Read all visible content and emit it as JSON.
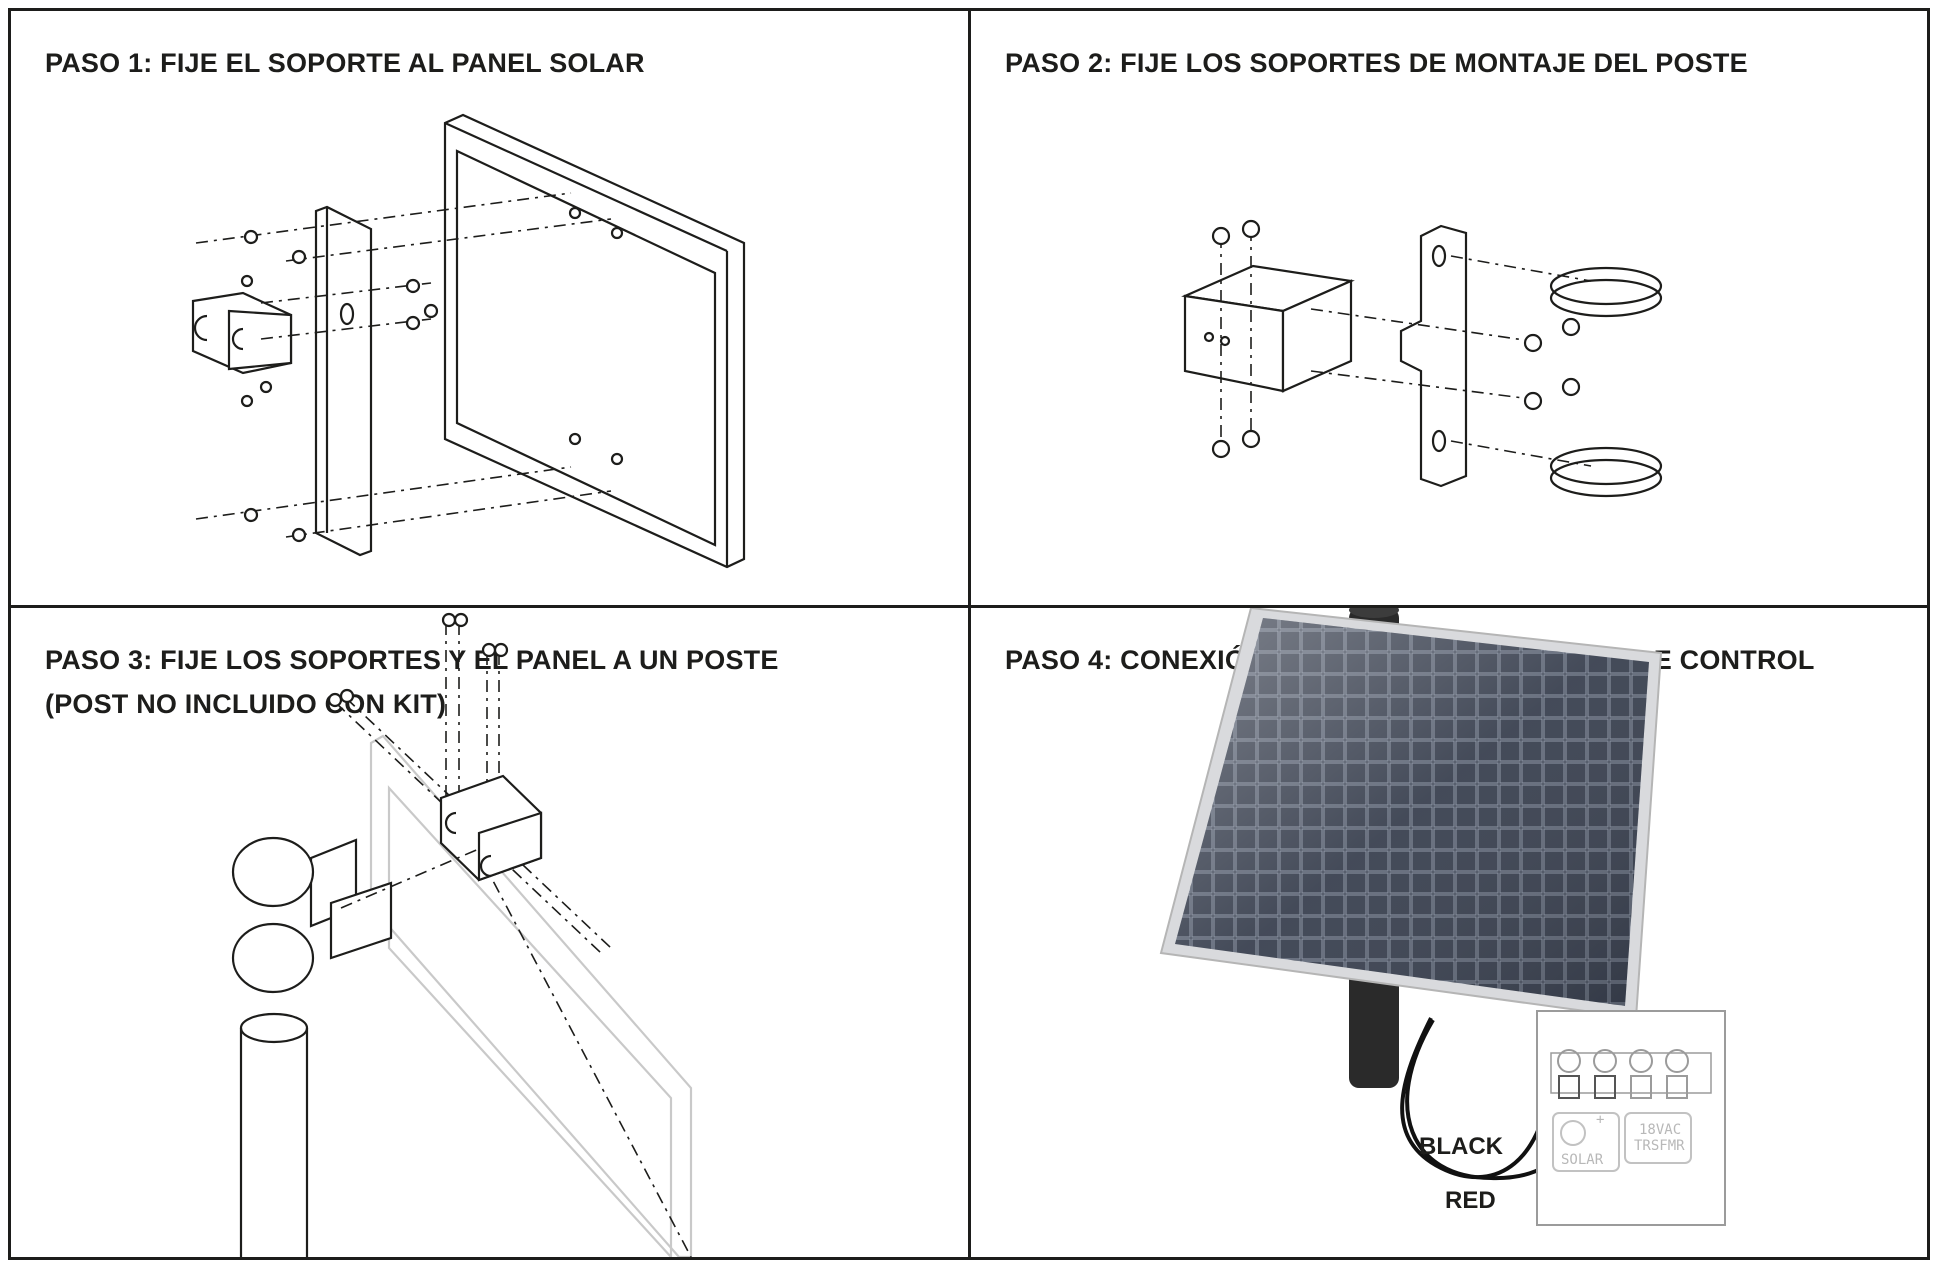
{
  "steps": [
    {
      "title": "PASO 1: FIJE EL SOPORTE AL PANEL SOLAR"
    },
    {
      "title": "PASO 2: FIJE LOS SOPORTES DE MONTAJE DEL POSTE"
    },
    {
      "title_line1": "PASO 3: FIJE LOS SOPORTES Y EL PANEL A UN POSTE",
      "title_line2": "(POST NO INCLUIDO CON KIT)"
    },
    {
      "title": "PASO 4: CONEXIÓN DEL CABLE A LA TARJETA DE CONTROL"
    }
  ],
  "wiring": {
    "black_label": "BLACK",
    "red_label": "RED",
    "solar_terminal": "SOLAR",
    "transformer_line1": "18VAC",
    "transformer_line2": "TRSFMR",
    "plus_sign": "+"
  },
  "colors": {
    "ink": "#1d1d1b",
    "ghost": "#c9c9c9",
    "panel_cell": "#3a4150"
  }
}
